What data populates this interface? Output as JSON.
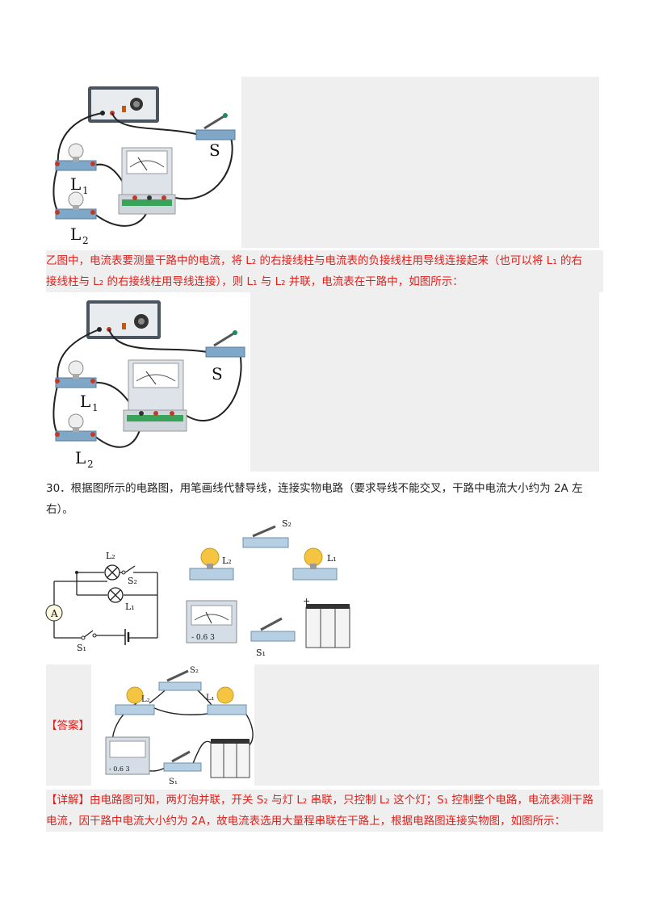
{
  "fig1": {
    "label_S": "S",
    "label_L1": "L",
    "label_L1_sub": "1",
    "label_L2": "L",
    "label_L2_sub": "2"
  },
  "explanation1": {
    "line1": "乙图中，电流表要测量干路中的电流，将 L₂ 的右接线柱与电流表的负接线柱用导线连接起来（也可以将 L₁ 的右",
    "line2": "接线柱与 L₂ 的右接线柱用导线连接），则 L₁ 与 L₂ 并联，电流表在干路中，如图所示："
  },
  "fig2": {
    "label_S": "S",
    "label_L1": "L",
    "label_L1_sub": "1",
    "label_L2": "L",
    "label_L2_sub": "2"
  },
  "question30": {
    "line1": "30．根据图所示的电路图，用笔画线代替导线，连接实物电路（要求导线不能交叉，干路中电流大小约为 2A 左",
    "line2": "右）。"
  },
  "schematic": {
    "L2": "L₂",
    "S2": "S₂",
    "L1": "L₁",
    "A": "A",
    "S1": "S₁"
  },
  "components": {
    "S2": "S₂",
    "L2": "L₂",
    "L1": "L₁",
    "S1": "S₁",
    "meter_scale": "- 0.6 3",
    "plus": "+"
  },
  "answer": {
    "tag": "【答案】",
    "labels": {
      "S2": "S₂",
      "L2": "L₂",
      "L1": "L₁",
      "S1": "S₁",
      "meter_scale": "- 0.6 3"
    }
  },
  "detail": {
    "tag": "【详解】",
    "line1": "由电路图可知，两灯泡并联，开关 S₂ 与灯 L₂ 串联，只控制 L₂ 这个灯；S₁ 控制整个电路，电流表测干路",
    "line2": "电流，因干路中电流大小约为 2A，故电流表选用大量程串联在干路上，根据电路图连接实物图，如图所示："
  }
}
